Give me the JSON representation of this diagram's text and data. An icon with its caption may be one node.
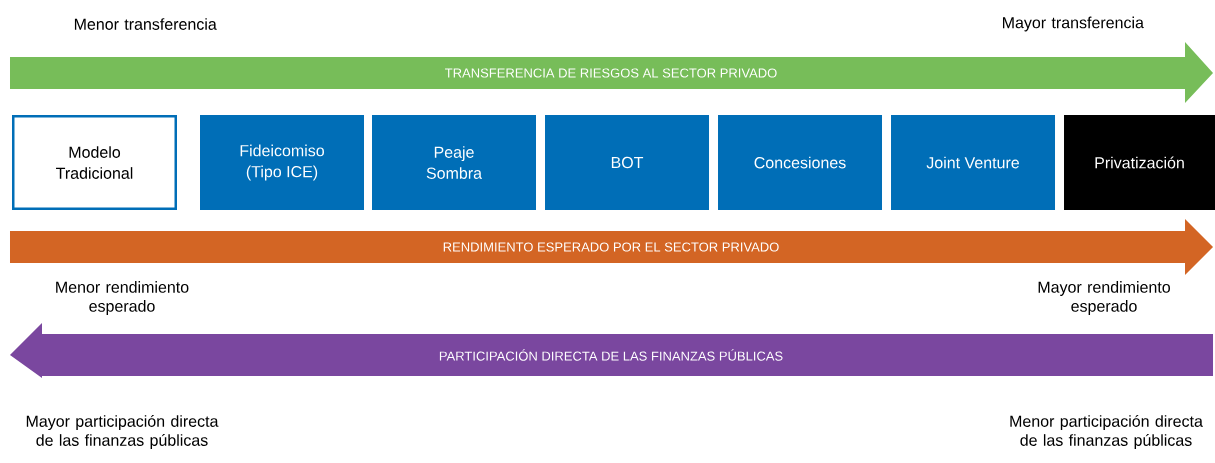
{
  "diagram": {
    "nodes": [
      {
        "text": [
          "TRANSFERENCIA DE RIESGOS AL SECTOR PRIVADO"
        ]
      },
      {
        "text": [
          "Modelo Tradicional"
        ]
      },
      {
        "text": [
          "Fideicomiso (Tipo ICE)"
        ]
      },
      {
        "text": [
          "Peaje Sombra"
        ]
      },
      {
        "text": [
          "BOT"
        ]
      },
      {
        "text": [
          "Concesiones"
        ]
      },
      {
        "text": [
          "Joint Venture"
        ]
      },
      {
        "text": [
          "Privatización"
        ]
      },
      {
        "text": [
          "RENDIMIENTO ESPERADO POR EL SECTOR PRIVADO"
        ]
      },
      {
        "text": [
          "PARTICIPACIÓN DIRECTA DE LAS FINANZAS PÚBLICAS"
        ]
      }
    ],
    "labels": [
      "Menor transferencia",
      "Mayor transferencia",
      "Menor rendimiento esperado",
      "Mayor rendimiento esperado",
      "Mayor participación directa de las finanzas públicas",
      "Menor participación directa de las finanzas públicas"
    ]
  }
}
